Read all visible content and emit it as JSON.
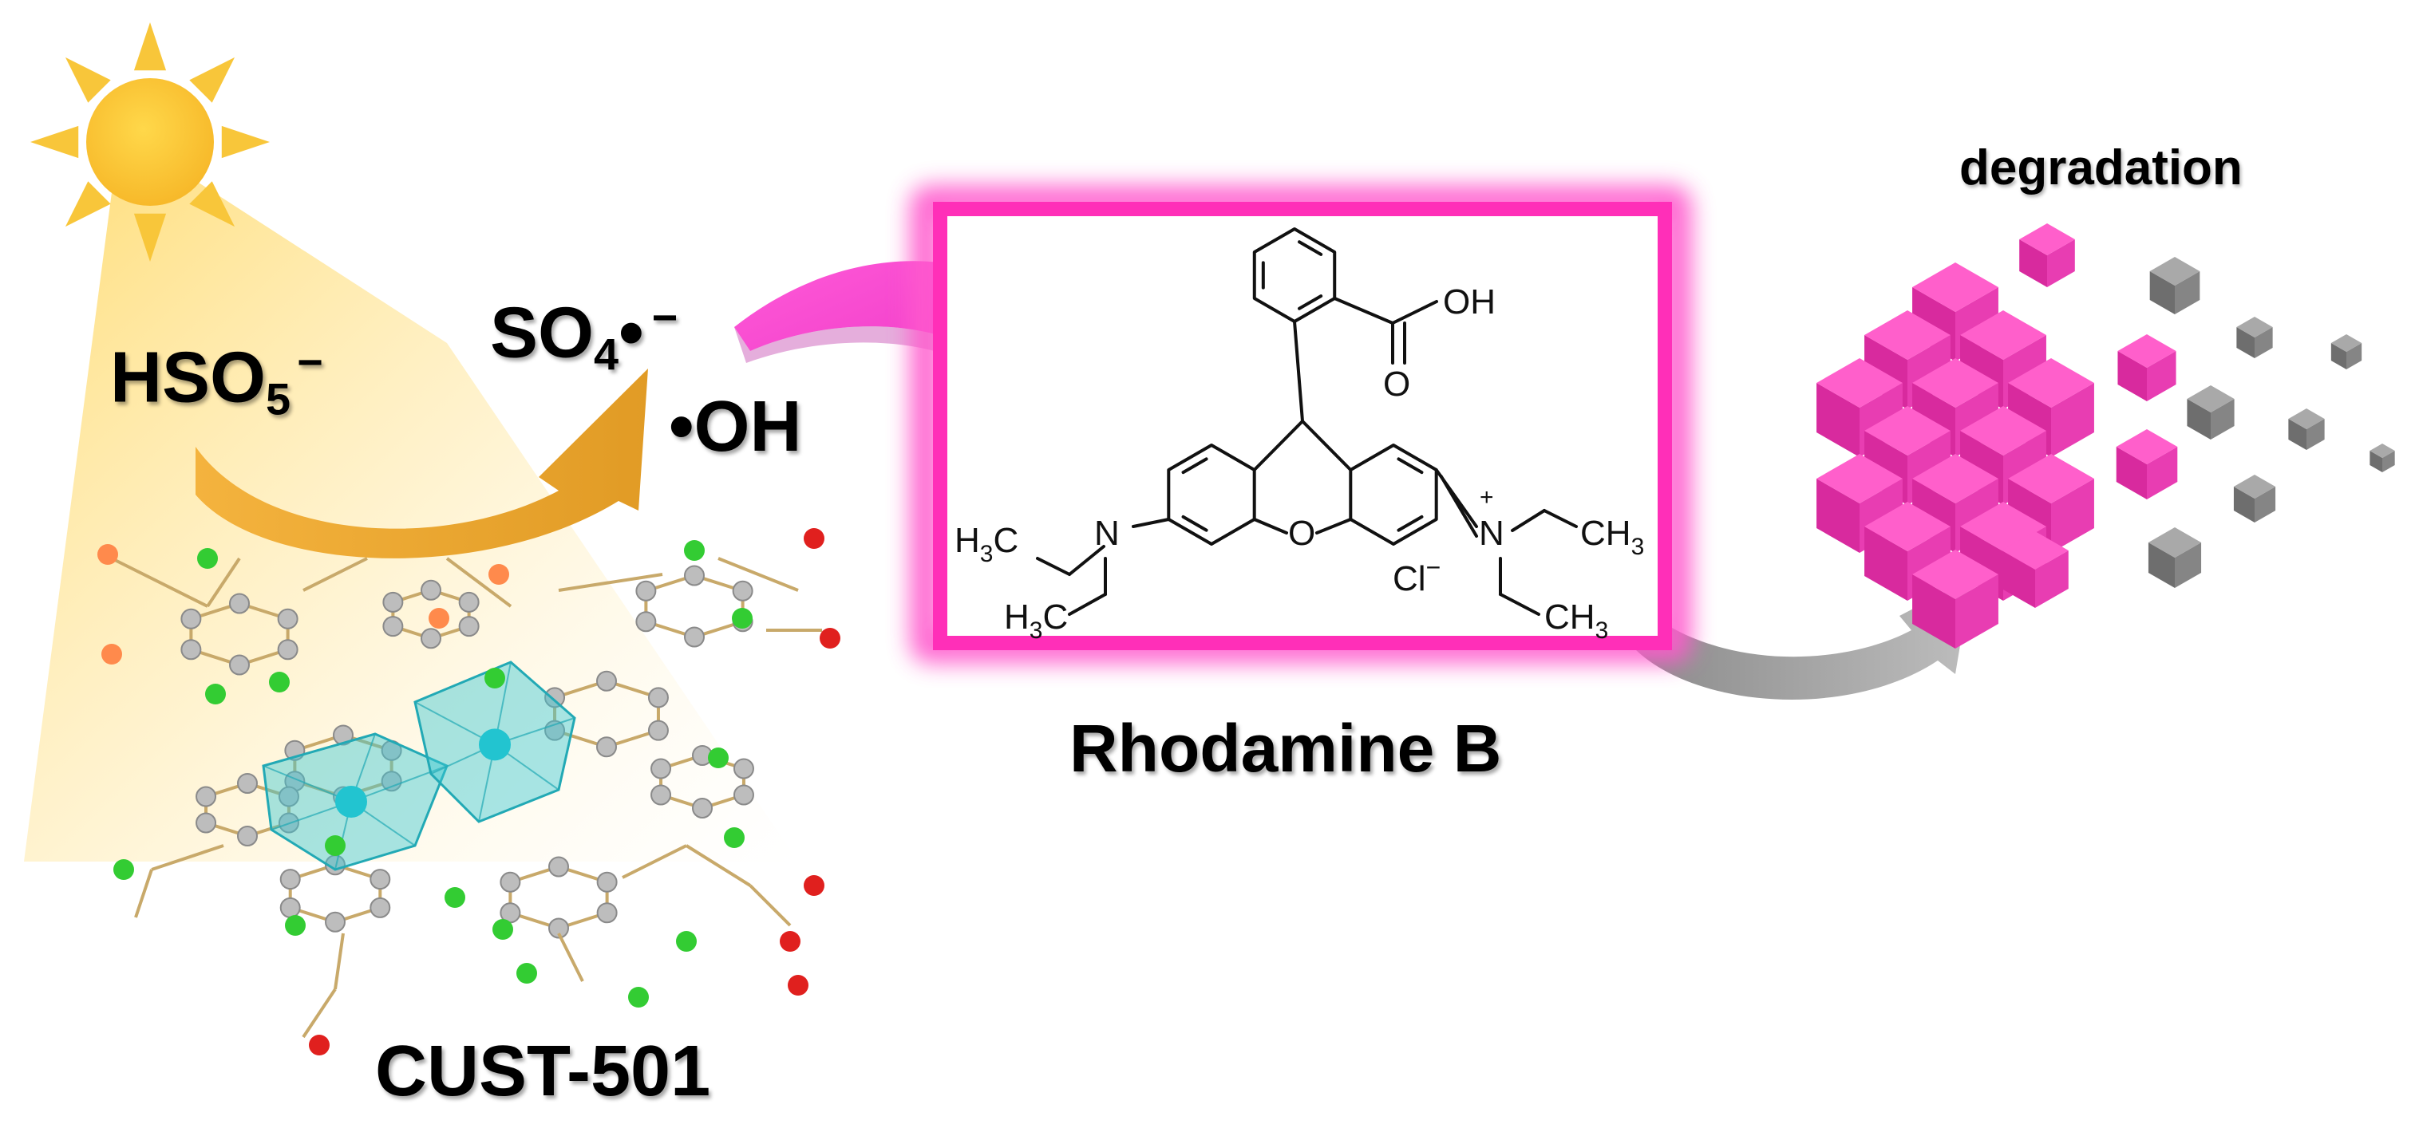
{
  "labels": {
    "peroxymonosulfate": {
      "main": "HSO",
      "sub": "5",
      "charge": "−"
    },
    "sulfate_radical": {
      "main": "SO",
      "sub": "4",
      "dot": "•",
      "charge": "−"
    },
    "hydroxyl_radical": "•OH",
    "catalyst": "CUST-501",
    "target": "Rhodamine B",
    "result": "degradation"
  },
  "structure_atoms": {
    "cooh": "OH",
    "carbonyl_o": "O",
    "ring_o": "O",
    "amine_n": "N",
    "iminium_n": "N",
    "plus": "+",
    "ch3_a": "H",
    "ch3_a_sub": "3",
    "ch3_a_c": "C",
    "ch3_b": "H",
    "ch3_b_sub": "3",
    "ch3_b_c": "C",
    "ch3_c": "CH",
    "ch3_c_sub": "3",
    "ch3_d": "CH",
    "ch3_d_sub": "3",
    "counterion": "Cl",
    "counterion_charge": "−"
  },
  "colors": {
    "sun": "#FDC830",
    "sun_ray": "#F8C63A",
    "light_beam": "#FFE8A0",
    "gold_arrow": "#EBA531",
    "pink_arrow": "#FF3FD0",
    "box_border": "#FF2FB8",
    "gray_arrow": "#9E9E9E",
    "cube_pink": "#F53BB0",
    "cube_gray": "#808080",
    "polyhedron": "#3CC8D2",
    "atom_gray": "#BDBDBD",
    "atom_green": "#33CC33",
    "atom_red": "#E0201E",
    "atom_orange": "#FF8A4C",
    "bond": "#C8A96A"
  },
  "icons": [
    "sun-icon",
    "arrow-icon",
    "molecule-icon",
    "cube-icon"
  ]
}
